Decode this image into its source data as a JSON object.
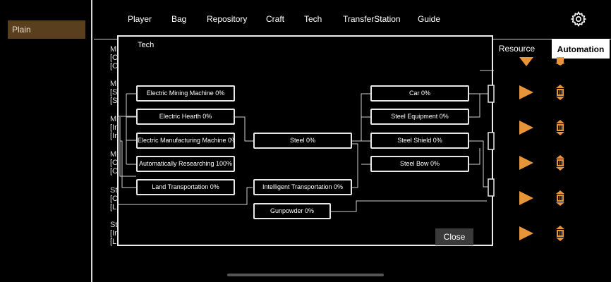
{
  "sidebar": {
    "selected_tab": "Plain"
  },
  "nav": {
    "items": [
      "Player",
      "Bag",
      "Repository",
      "Craft",
      "Tech",
      "TransferStation",
      "Guide"
    ]
  },
  "background_list": [
    [
      "M",
      "[C",
      "[C"
    ],
    [
      "M",
      "[S",
      "[S"
    ],
    [
      "M",
      "[Ir",
      "[Ir"
    ],
    [
      "M",
      "[C",
      "[C"
    ],
    [
      "St",
      "[C",
      "[L"
    ],
    [
      "St",
      "[Ir",
      "[L"
    ]
  ],
  "right_tabs": {
    "resource": "Resource",
    "automation": "Automation"
  },
  "colors": {
    "accent_orange": "#e8953a",
    "plain_tab_bg": "#5a3f1e"
  },
  "icons": {
    "settings": "gear-icon",
    "play": "play-icon",
    "automation": "automation-icon"
  },
  "tech_dialog": {
    "title": "Tech",
    "close_label": "Close",
    "nodes": {
      "electric_mining": "Electric Mining Machine 0%",
      "electric_hearth": "Electric Hearth 0%",
      "electric_manufacturing": "Electric Manufacturing Machine 0%",
      "auto_research": "Automatically Researching 100%",
      "land_transport": "Land Transportation 0%",
      "steel": "Steel 0%",
      "intelligent_transport": "Intelligent Transportation 0%",
      "gunpowder": "Gunpowder 0%",
      "car": "Car 0%",
      "steel_equipment": "Steel Equipment 0%",
      "steel_shield": "Steel Shield 0%",
      "steel_bow": "Steel Bow 0%"
    }
  }
}
